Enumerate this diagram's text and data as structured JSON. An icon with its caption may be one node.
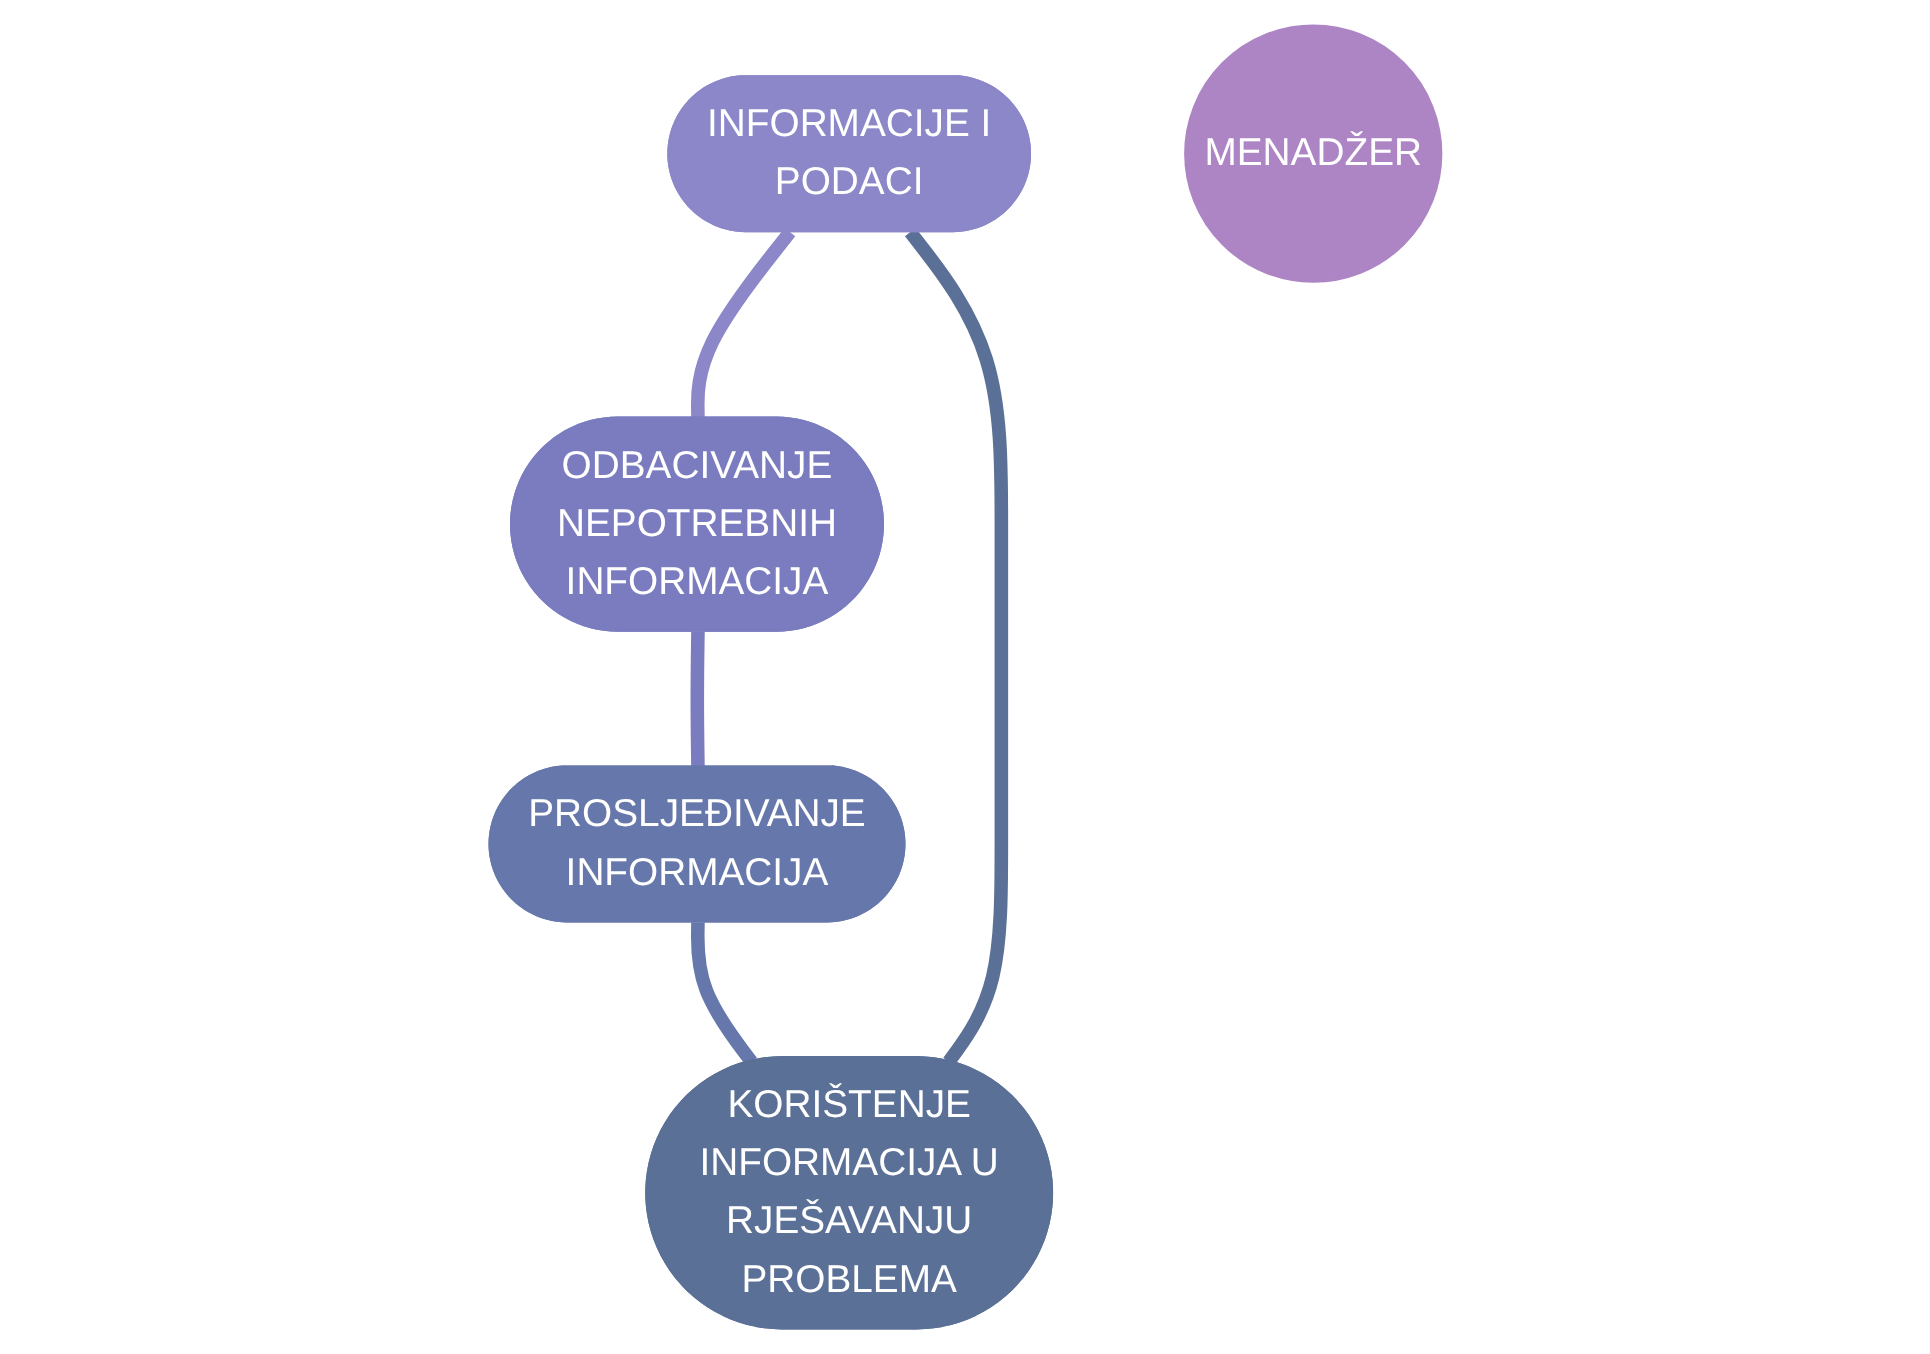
{
  "diagram": {
    "nodes": [
      {
        "text": [
          "INFORMACIJE I PODACI"
        ]
      },
      {
        "text": [
          "KORIŠTENJE INFORMACIJA U RJEŠAVANJU PROBLEMA"
        ]
      },
      {
        "text": [
          "MENADŽER"
        ]
      },
      {
        "text": [
          "ODBACIVANJE NEPOTREBNIH INFORMACIJA"
        ]
      },
      {
        "text": [
          "PROSLJEĐIVANJE INFORMACIJA"
        ]
      }
    ],
    "edges": [
      {
        "from": 0,
        "to": 3,
        "arrow": "none",
        "color": "#8b87c8"
      },
      {
        "from": 3,
        "to": 4,
        "arrow": "none",
        "color": "#7a7cbf"
      },
      {
        "from": 4,
        "to": 1,
        "arrow": "none",
        "color": "#6677ab"
      },
      {
        "from": 1,
        "to": 0,
        "arrow": "none",
        "color": "#5b7096"
      }
    ]
  }
}
